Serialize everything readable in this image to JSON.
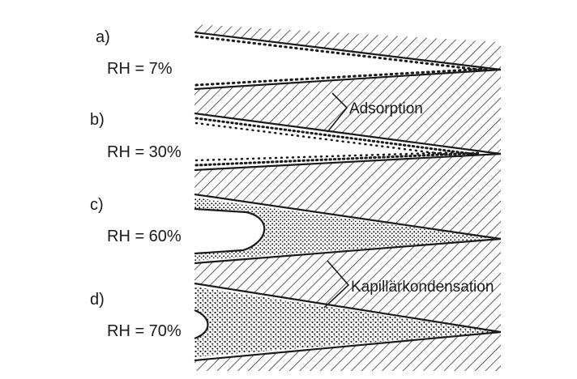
{
  "panels": [
    {
      "letter": "a)",
      "rh": "RH = 7%"
    },
    {
      "letter": "b)",
      "rh": "RH = 30%"
    },
    {
      "letter": "c)",
      "rh": "RH = 60%"
    },
    {
      "letter": "d)",
      "rh": "RH = 70%"
    }
  ],
  "callouts": {
    "adsorption": "Adsorption",
    "capillary": "Kapillärkondensation"
  },
  "colors": {
    "ink": "#1a1a1a",
    "background": "#ffffff"
  }
}
